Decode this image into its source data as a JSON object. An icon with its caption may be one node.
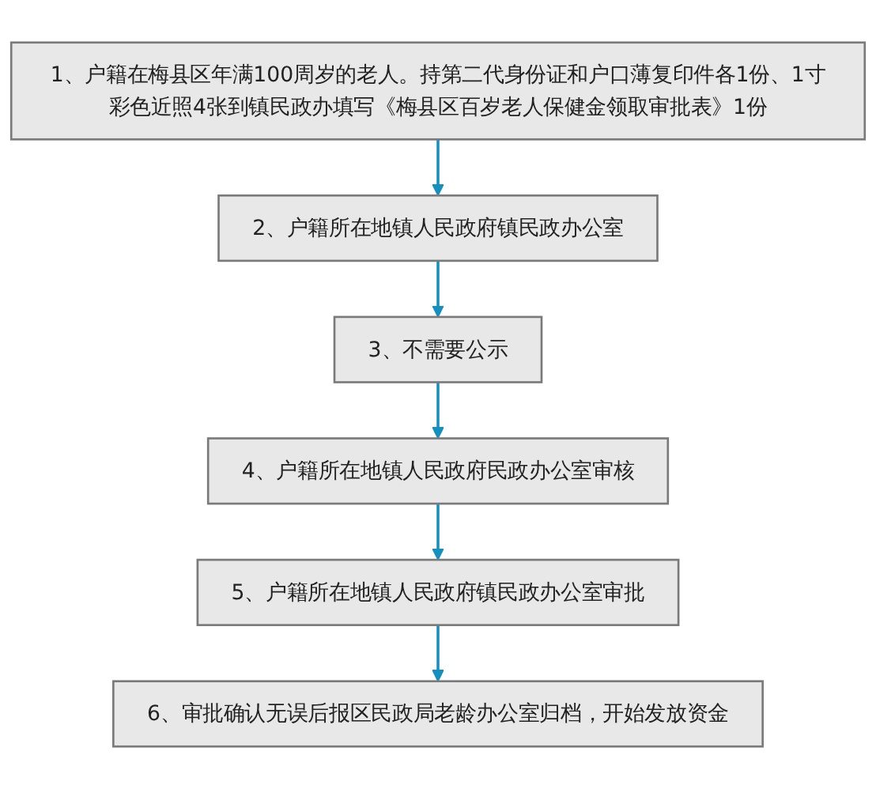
{
  "diagram": {
    "nodes": [
      {
        "text": [
          "1、户籍在梅县区年满100周岁的老人。持第二代身份证和户口薄复印件各1份、1寸彩色近照4张到镇民政办填写《梅县区百岁老人保健金领取审批表》1份"
        ]
      },
      {
        "text": [
          "2、户籍所在地镇人民政府镇民政办公室"
        ]
      },
      {
        "text": [
          "3、不需要公示"
        ]
      },
      {
        "text": [
          "4、户籍所在地镇人民政府民政办公室审核"
        ]
      },
      {
        "text": [
          "5、户籍所在地镇人民政府镇民政办公室审批"
        ]
      },
      {
        "text": [
          "6、审批确认无误后报区民政局老龄办公室归档，开始发放资金"
        ]
      }
    ],
    "edges": [
      {
        "from": 0,
        "to": 1,
        "arrow": "to"
      },
      {
        "from": 1,
        "to": 2,
        "arrow": "to"
      },
      {
        "from": 2,
        "to": 3,
        "arrow": "to"
      },
      {
        "from": 3,
        "to": 4,
        "arrow": "to"
      },
      {
        "from": 4,
        "to": 5,
        "arrow": "to"
      }
    ]
  }
}
